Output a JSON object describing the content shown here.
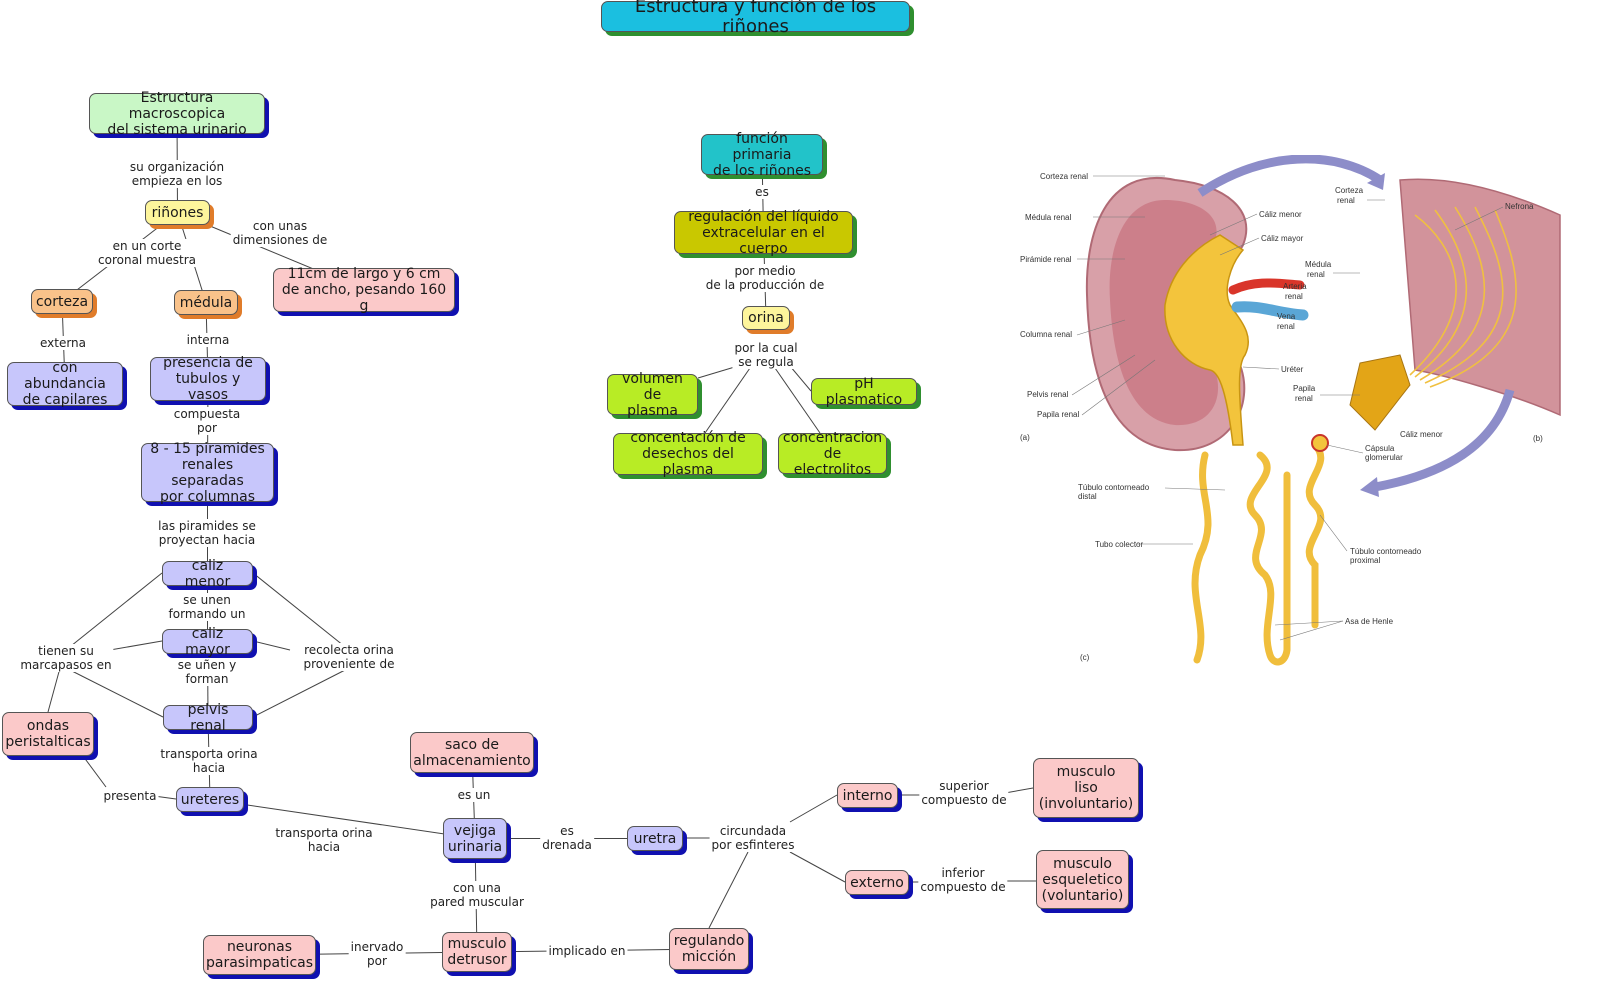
{
  "title": "Estructura y función de los riñones",
  "colors": {
    "title": "#1bbfe0",
    "green_light": "#c9f7c6",
    "yellow": "#fdf59c",
    "orange": "#f9c28a",
    "lavender": "#c7c6fb",
    "pink": "#fbc9c9",
    "teal": "#22c3c9",
    "olive": "#c9c800",
    "lime": "#b8ec25",
    "shadow_blue": "#1010b0",
    "shadow_red": "#c43860",
    "shadow_orange": "#e07c2a",
    "shadow_green": "#2f8f2f"
  },
  "nodes": {
    "macro": "Estructura macroscopica\ndel sistema urinario",
    "rinones": "riñones",
    "corteza": "corteza",
    "medula": "médula",
    "dimensiones": "11cm de largo y 6 cm\nde ancho, pesando 160 g",
    "capilares": "con abundancia\nde capilares",
    "tubulos": "presencia de\ntubulos y vasos",
    "piramides": "8 - 15 piramides\nrenales separadas\npor columnas",
    "caliz_menor": "caliz menor",
    "caliz_mayor": "caliz mayor",
    "pelvis": "pelvis renal",
    "ondas": "ondas\nperistalticas",
    "ureteres": "ureteres",
    "vejiga": "vejiga\nurinaria",
    "saco": "saco de\nalmacenamiento",
    "uretra": "uretra",
    "interno": "interno",
    "externo": "externo",
    "liso": "musculo\nliso\n(involuntario)",
    "esqueletico": "musculo\nesqueletico\n(voluntario)",
    "detrusor": "musculo\ndetrusor",
    "neuronas": "neuronas\nparasimpaticas",
    "miccion": "regulando\nmicción",
    "funcion": "función primaria\nde los riñones",
    "regulacion": "regulación del líquido\nextracelular en el cuerpo",
    "orina": "orina",
    "volumen": "volumen de\nplasma",
    "ph": "pH plasmatico",
    "desechos": "concentación de\ndesechos del plasma",
    "electrolitos": "concentracion\nde electrolitos"
  },
  "links": {
    "organizacion": "su organización\nempieza en los",
    "corte": "en un corte\ncoronal muestra",
    "dim": "con unas\ndimensiones de",
    "externa": "externa",
    "interna": "interna",
    "compuesta": "compuesta\npor",
    "proyectan": "las piramides se\nproyectan hacia",
    "unen_formando": "se unen\nformando un",
    "unen_forman": "se uñen y\nforman",
    "recolecta": "recolecta orina\nproveniente de",
    "marcapasos": "tienen su\nmarcapasos en",
    "transporta1": "transporta orina\nhacia",
    "presenta": "presenta",
    "transporta2": "transporta orina\nhacia",
    "es_un": "es un",
    "drenada": "es\ndrenada",
    "circundada": "circundada\npor esfinteres",
    "superior": "superior\ncompuesto de",
    "inferior": "inferior\ncompuesto de",
    "pared": "con una\npared muscular",
    "inervado": "inervado\npor",
    "implicado": "implicado en",
    "es": "es",
    "produccion": "por medio\nde la producción de",
    "regula": "por la cual\nse regula"
  },
  "figure": {
    "labels_a": [
      "Corteza renal",
      "Médula renal",
      "Pirámide renal",
      "Columna renal",
      "Pelvis renal",
      "Papila renal",
      "Cáliz menor",
      "Cáliz mayor",
      "Arteria\nrenal",
      "Vena\nrenal",
      "Uréter"
    ],
    "labels_b": [
      "Corteza\nrenal",
      "Nefrona",
      "Médula\nrenal",
      "Papila\nrenal",
      "Cáliz menor"
    ],
    "labels_c": [
      "Cápsula\nglomerular",
      "Túbulo contorneado\ndistal",
      "Tubo colector",
      "Túbulo contorneado\nproximal",
      "Asa de Henle"
    ],
    "panel_a": "(a)",
    "panel_b": "(b)",
    "panel_c": "(c)"
  }
}
